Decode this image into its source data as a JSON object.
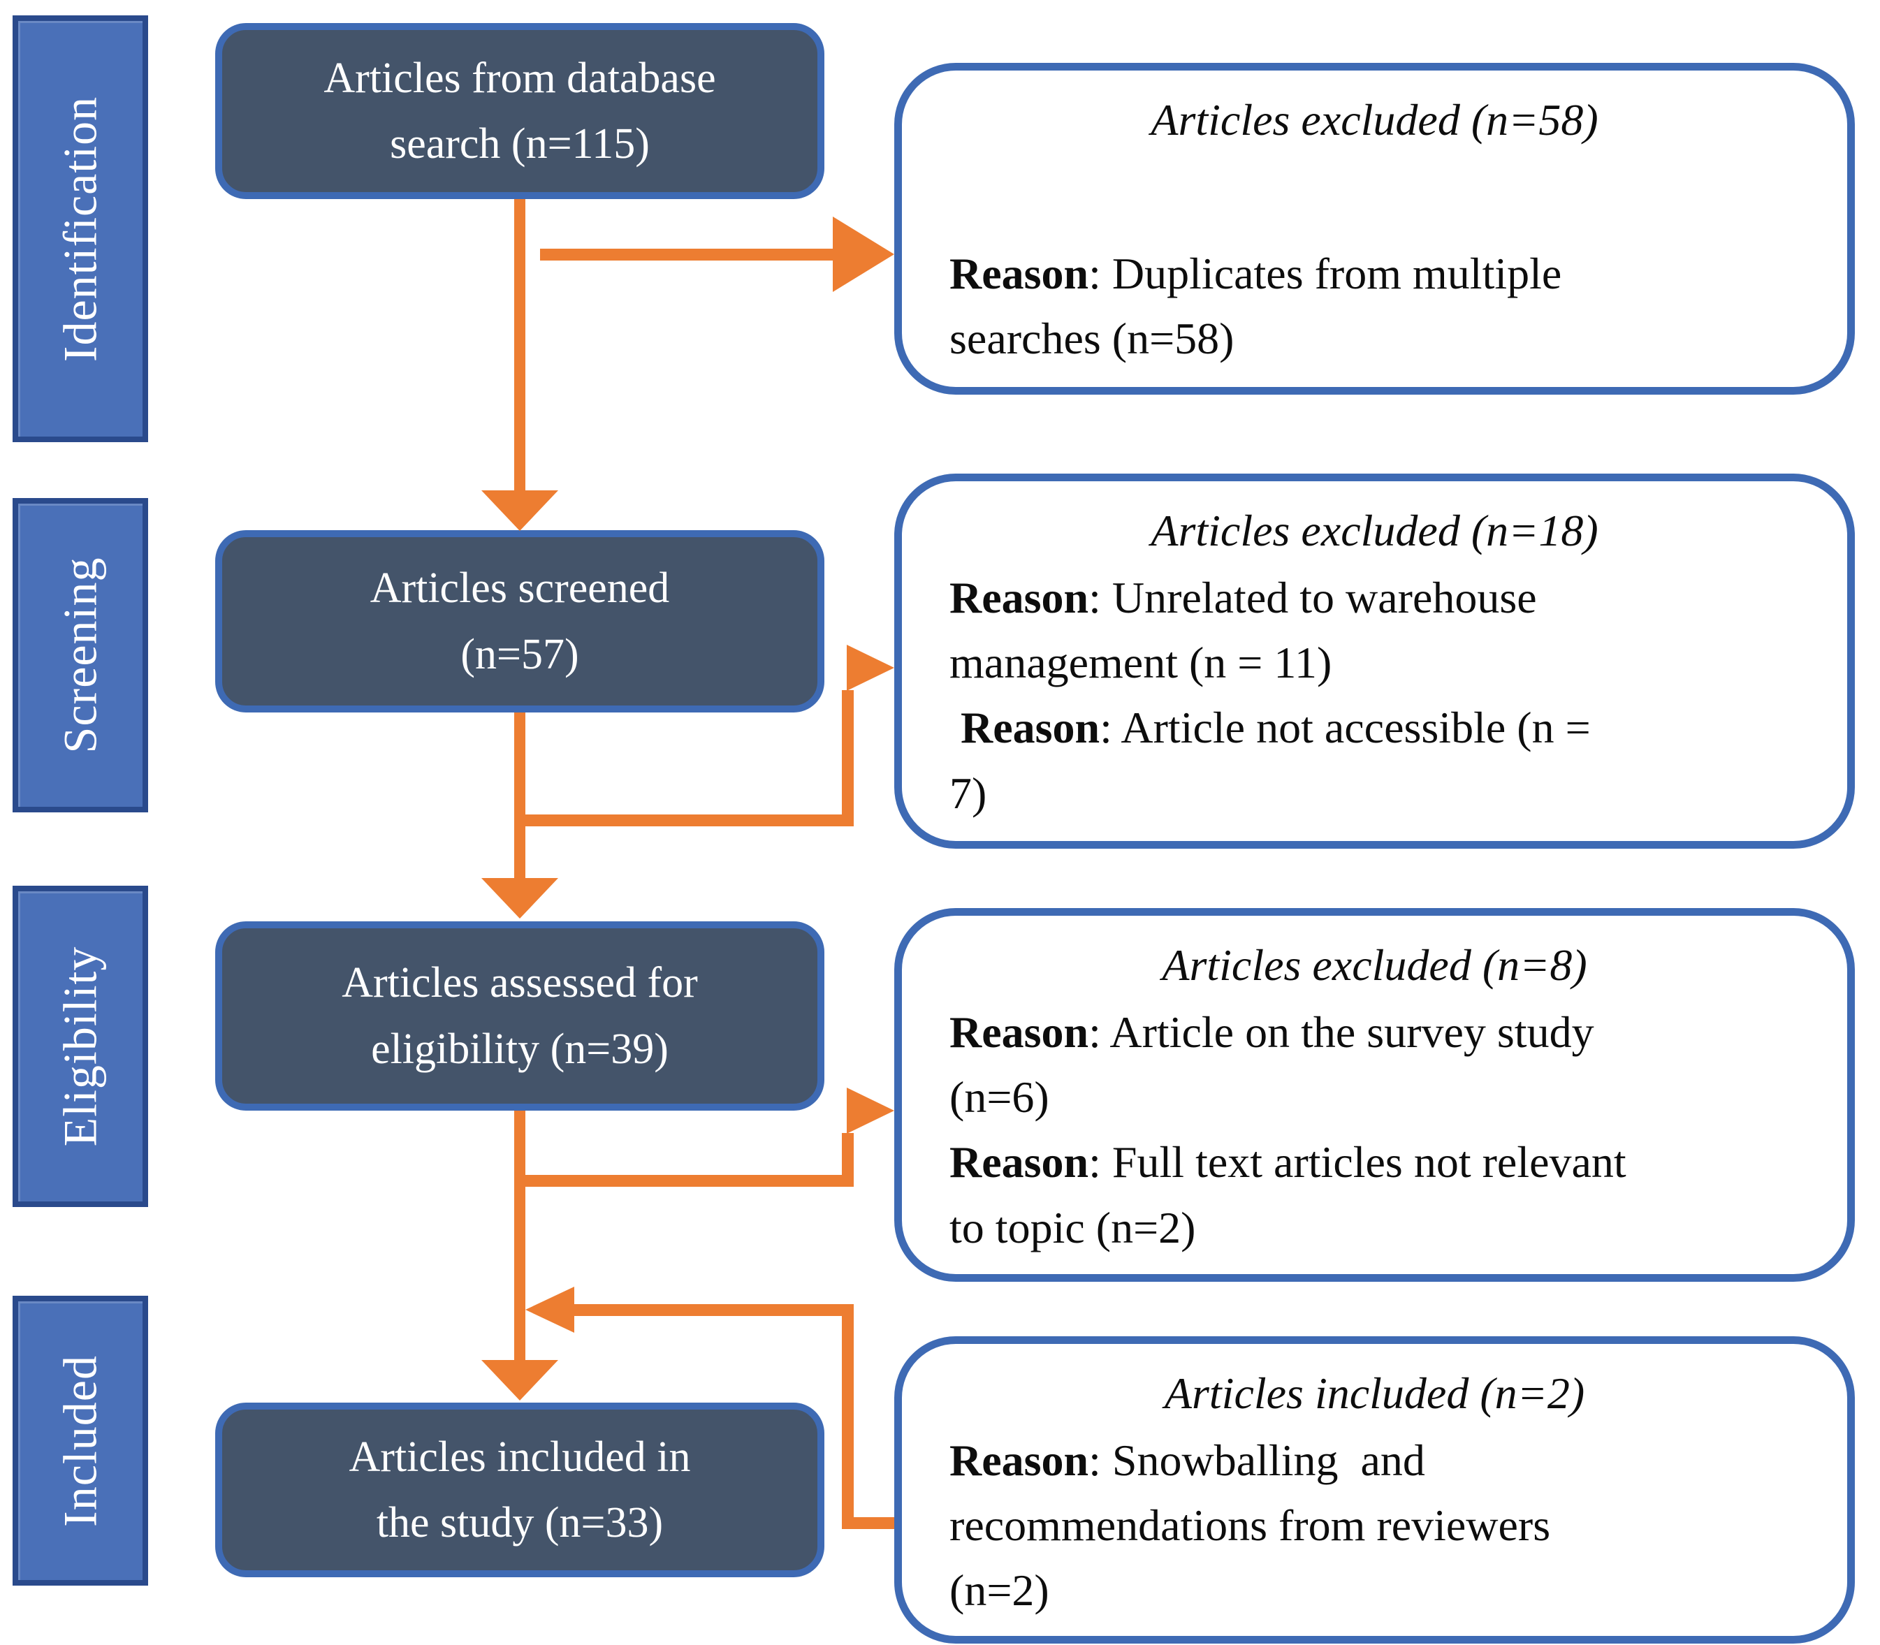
{
  "colors": {
    "connector_orange": "#ED7D31",
    "box_border_blue": "#3E6AB4",
    "flow_box_fill": "#44546A",
    "stage_label_fill": "#4A70B8",
    "stage_label_border": "#2A4A8C",
    "text_on_dark": "#FFFFFF",
    "text_on_light": "#0D0D0D"
  },
  "sidebar": {
    "items": [
      {
        "label": "Identification"
      },
      {
        "label": "Screening"
      },
      {
        "label": "Eligibility"
      },
      {
        "label": "Included"
      }
    ]
  },
  "flow_boxes": [
    {
      "line1": "Articles from database",
      "line2": "search (n=115)"
    },
    {
      "line1": "Articles screened",
      "line2": "(n=57)"
    },
    {
      "line1": "Articles assessed for",
      "line2": "eligibility (n=39)"
    },
    {
      "line1": "Articles included in",
      "line2": "the study (n=33)"
    }
  ],
  "side_boxes": [
    {
      "title": "Articles excluded (n=58)",
      "lines": [
        {
          "p": "",
          "b": "Reason",
          "t": ": Duplicates from multiple"
        },
        {
          "p": "",
          "b": "",
          "t": "searches (n=58)"
        }
      ]
    },
    {
      "title": "Articles excluded (n=18)",
      "lines": [
        {
          "p": "",
          "b": "Reason",
          "t": ": Unrelated to warehouse"
        },
        {
          "p": "",
          "b": "",
          "t": "management (n = 11)"
        },
        {
          "p": " ",
          "b": "Reason",
          "t": ": Article not accessible (n ="
        },
        {
          "p": "",
          "b": "",
          "t": "7)"
        }
      ]
    },
    {
      "title": "Articles excluded (n=8)",
      "lines": [
        {
          "p": "",
          "b": "Reason",
          "t": ": Article on the survey study"
        },
        {
          "p": "",
          "b": "",
          "t": "(n=6)"
        },
        {
          "p": "",
          "b": "Reason",
          "t": ": Full text articles not relevant"
        },
        {
          "p": "",
          "b": "",
          "t": "to topic (n=2)"
        }
      ]
    },
    {
      "title": "Articles included (n=2)",
      "lines": [
        {
          "p": "",
          "b": "Reason",
          "t": ": Snowballing  and"
        },
        {
          "p": "",
          "b": "",
          "t": "recommendations from reviewers"
        },
        {
          "p": "",
          "b": "",
          "t": "(n=2)"
        }
      ]
    }
  ]
}
